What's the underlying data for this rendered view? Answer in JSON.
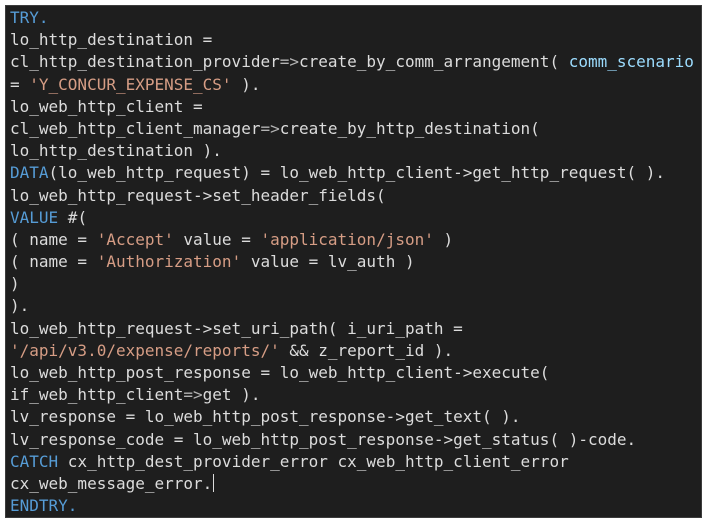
{
  "editor": {
    "language": "ABAP",
    "theme_colors": {
      "background": "#1e1e1e",
      "keyword": "#569cd6",
      "identifier": "#dcdcdc",
      "string": "#d69d85"
    },
    "lines": [
      [
        {
          "t": "TRY.",
          "c": "kw"
        }
      ],
      [
        {
          "t": "lo_http_destination =",
          "c": "id"
        }
      ],
      [
        {
          "t": "cl_http_destination_provider",
          "c": "id"
        },
        {
          "t": "=>",
          "c": "op"
        },
        {
          "t": "create_by_comm_arrangement( ",
          "c": "id"
        },
        {
          "t": "comm_scenario",
          "c": "param"
        }
      ],
      [
        {
          "t": "= ",
          "c": "id"
        },
        {
          "t": "'Y_CONCUR_EXPENSE_CS'",
          "c": "str"
        },
        {
          "t": " ).",
          "c": "id"
        }
      ],
      [
        {
          "t": "lo_web_http_client =",
          "c": "id"
        }
      ],
      [
        {
          "t": "cl_web_http_client_manager",
          "c": "id"
        },
        {
          "t": "=>",
          "c": "op"
        },
        {
          "t": "create_by_http_destination(",
          "c": "id"
        }
      ],
      [
        {
          "t": "lo_http_destination ).",
          "c": "id"
        }
      ],
      [
        {
          "t": "DATA",
          "c": "kw"
        },
        {
          "t": "(lo_web_http_request) = lo_web_http_client->get_http_request( ).",
          "c": "id"
        }
      ],
      [
        {
          "t": "lo_web_http_request->set_header_fields(",
          "c": "id"
        }
      ],
      [
        {
          "t": "VALUE",
          "c": "kw"
        },
        {
          "t": " #(",
          "c": "id"
        }
      ],
      [
        {
          "t": "( name = ",
          "c": "id"
        },
        {
          "t": "'Accept'",
          "c": "str"
        },
        {
          "t": " value = ",
          "c": "id"
        },
        {
          "t": "'application/json'",
          "c": "str"
        },
        {
          "t": " )",
          "c": "id"
        }
      ],
      [
        {
          "t": "( name = ",
          "c": "id"
        },
        {
          "t": "'Authorization'",
          "c": "str"
        },
        {
          "t": " value = lv_auth )",
          "c": "id"
        }
      ],
      [
        {
          "t": ")",
          "c": "id"
        }
      ],
      [
        {
          "t": ").",
          "c": "id"
        }
      ],
      [
        {
          "t": "lo_web_http_request->set_uri_path( i_uri_path =",
          "c": "id"
        }
      ],
      [
        {
          "t": "'/api/v3.0/expense/reports/'",
          "c": "str"
        },
        {
          "t": " && z_report_id ).",
          "c": "id"
        }
      ],
      [
        {
          "t": "lo_web_http_post_response = lo_web_http_client->execute(",
          "c": "id"
        }
      ],
      [
        {
          "t": "if_web_http_client",
          "c": "id"
        },
        {
          "t": "=>",
          "c": "op"
        },
        {
          "t": "get ).",
          "c": "id"
        }
      ],
      [
        {
          "t": "lv_response = lo_web_http_post_response->get_text( ).",
          "c": "id"
        }
      ],
      [
        {
          "t": "lv_response_code = lo_web_http_post_response->get_status( )-code.",
          "c": "id"
        }
      ],
      [
        {
          "t": "CATCH",
          "c": "kw"
        },
        {
          "t": " cx_http_dest_provider_error cx_web_http_client_error",
          "c": "id"
        }
      ],
      [
        {
          "t": "cx_web_message_error.",
          "c": "id"
        }
      ],
      [
        {
          "t": "ENDTRY.",
          "c": "kw"
        }
      ]
    ],
    "cursor_line": 21
  }
}
